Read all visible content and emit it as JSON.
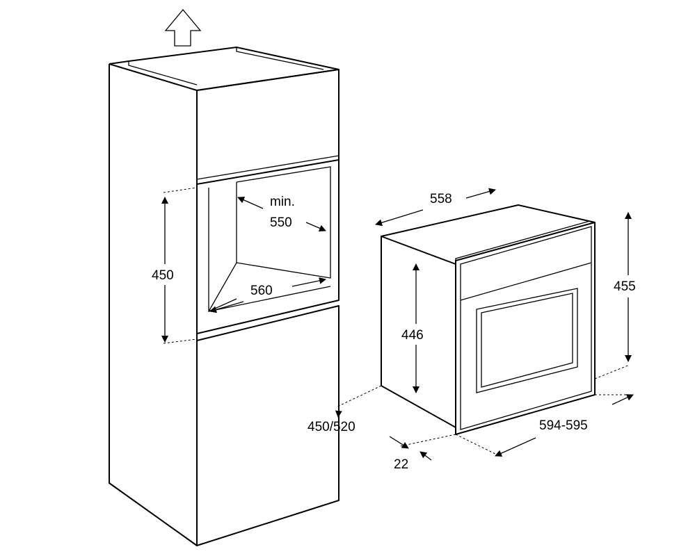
{
  "diagram": {
    "title": "Built-in oven installation dimensions",
    "cabinet_labels": {
      "niche_height": "450",
      "min": "min.",
      "niche_depth": "550",
      "niche_width": "560"
    },
    "oven_labels": {
      "width": "558",
      "height": "455",
      "body_height": "446",
      "depth": "450/520",
      "front_width": "594-595",
      "front_thickness": "22"
    },
    "icons": [
      "ventilation-up-arrow-icon"
    ]
  }
}
